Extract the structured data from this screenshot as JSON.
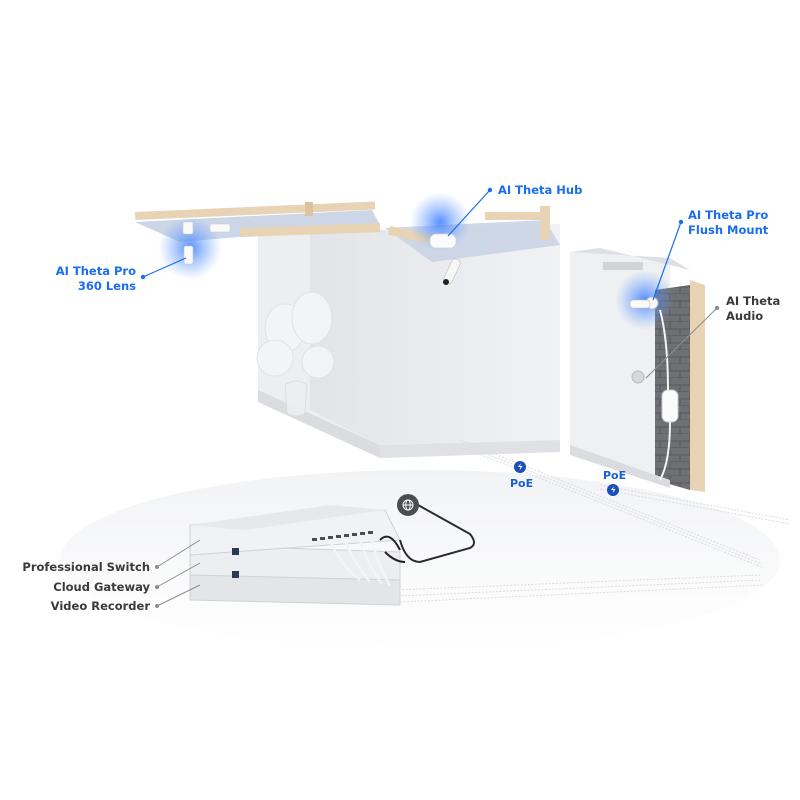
{
  "diagram": {
    "devices": [
      {
        "id": "pro360",
        "label_line1": "AI Theta Pro",
        "label_line2": "360 Lens",
        "color": "#1a6df0"
      },
      {
        "id": "hub",
        "label_line1": "AI Theta Hub",
        "color": "#1a6df0"
      },
      {
        "id": "flush",
        "label_line1": "AI Theta Pro",
        "label_line2": "Flush Mount",
        "color": "#1a6df0"
      },
      {
        "id": "audio",
        "label_line1": "AI Theta",
        "label_line2": "Audio",
        "color": "#3a3a3a"
      }
    ],
    "network_stack": [
      {
        "label": "Professional Switch"
      },
      {
        "label": "Cloud Gateway"
      },
      {
        "label": "Video Recorder"
      }
    ],
    "connections": [
      {
        "label": "PoE",
        "icon": "lightning-bolt-icon"
      },
      {
        "label": "PoE",
        "icon": "lightning-bolt-icon"
      }
    ],
    "internet": {
      "icon": "globe-icon"
    }
  },
  "colors": {
    "accent_blue": "#1a6df0",
    "poe_badge": "#1a4fb8",
    "wall": "#e9ebee",
    "wood": "#e8d3b4",
    "brick": "#6b6d70",
    "globe_badge": "#4a4d52"
  }
}
